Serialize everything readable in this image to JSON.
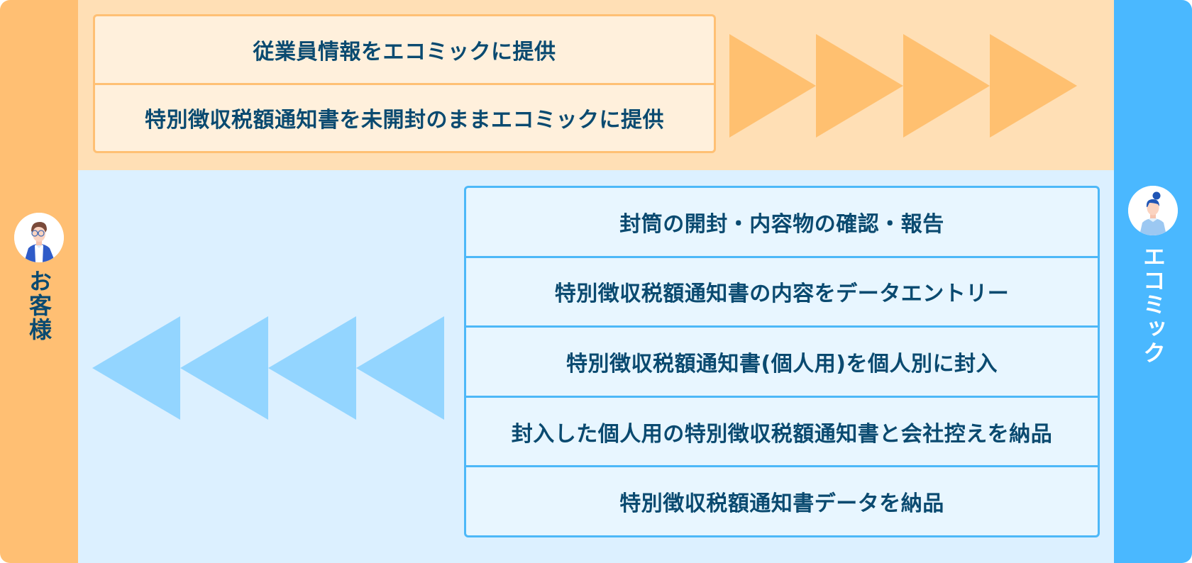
{
  "parties": {
    "customer": {
      "label": "お客様",
      "avatar_icon": "man-with-glasses-avatar",
      "color": "#FFBF73",
      "text_color": "#0A4A70"
    },
    "ecomic": {
      "label": "エコミック",
      "avatar_icon": "woman-avatar",
      "color": "#4AB8FF",
      "text_color": "#FFFFFF"
    }
  },
  "customer_to_ecomic": {
    "direction": "right",
    "arrow_color": "#FFC070",
    "band_color": "#FFDFB5",
    "steps": [
      {
        "label": "従業員情報をエコミックに提供"
      },
      {
        "label": "特別徴収税額通知書を未開封のままエコミックに提供"
      }
    ]
  },
  "ecomic_to_customer": {
    "direction": "left",
    "arrow_color": "#93D5FF",
    "band_color": "#DCF0FF",
    "steps": [
      {
        "label": "封筒の開封・内容物の確認・報告"
      },
      {
        "label": "特別徴収税額通知書の内容をデータエントリー"
      },
      {
        "label": "特別徴収税額通知書(個人用)を個人別に封入"
      },
      {
        "label": "封入した個人用の特別徴収税額通知書と会社控えを納品"
      },
      {
        "label": "特別徴収税額通知書データを納品"
      }
    ]
  }
}
